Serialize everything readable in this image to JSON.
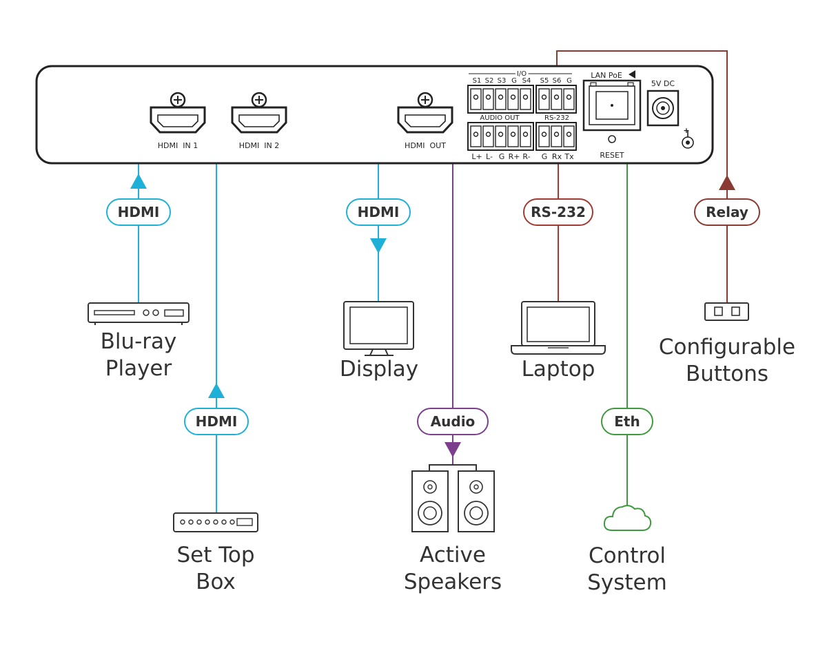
{
  "colors": {
    "hdmi": "#1fb0d8",
    "audio": "#7b3f8e",
    "rs232": "#a33a32",
    "ethernet": "#3f9a3f",
    "relay": "#8a3a30",
    "device": "#333333",
    "panel": "#222222"
  },
  "panel": {
    "hdmi_in1": "HDMI  IN 1",
    "hdmi_in2": "HDMI  IN 2",
    "hdmi_out": "HDMI  OUT",
    "io_label": "I/O",
    "io_pins_a": [
      "S1",
      "S2",
      "S3",
      "G",
      "S4"
    ],
    "io_pins_b": [
      "S5",
      "S6",
      "G"
    ],
    "audio_out": "AUDIO OUT",
    "rs232_label": "RS-232",
    "audio_pins": [
      "L+",
      "L-",
      "G",
      "R+",
      "R-"
    ],
    "rs232_pins": [
      "G",
      "Rx",
      "Tx"
    ],
    "lan": "LAN PoE",
    "reset": "RESET",
    "power": "5V DC",
    "plus": "+"
  },
  "pills": {
    "hdmi_in1": "HDMI",
    "hdmi_in2": "HDMI",
    "hdmi_out": "HDMI",
    "audio": "Audio",
    "rs232": "RS-232",
    "eth": "Eth",
    "relay": "Relay"
  },
  "devices": {
    "bluray": [
      "Blu-ray",
      "Player"
    ],
    "settop": [
      "Set Top",
      "Box"
    ],
    "display": [
      "Display"
    ],
    "speakers": [
      "Active",
      "Speakers"
    ],
    "laptop": [
      "Laptop"
    ],
    "control": [
      "Control",
      "System"
    ],
    "buttons": [
      "Configurable",
      "Buttons"
    ]
  },
  "icons": {
    "bluray": "blu-ray-player-icon",
    "settop": "set-top-box-icon",
    "display": "display-monitor-icon",
    "speakers": "speakers-icon",
    "laptop": "laptop-icon",
    "control": "cloud-icon",
    "buttons": "button-panel-icon"
  }
}
